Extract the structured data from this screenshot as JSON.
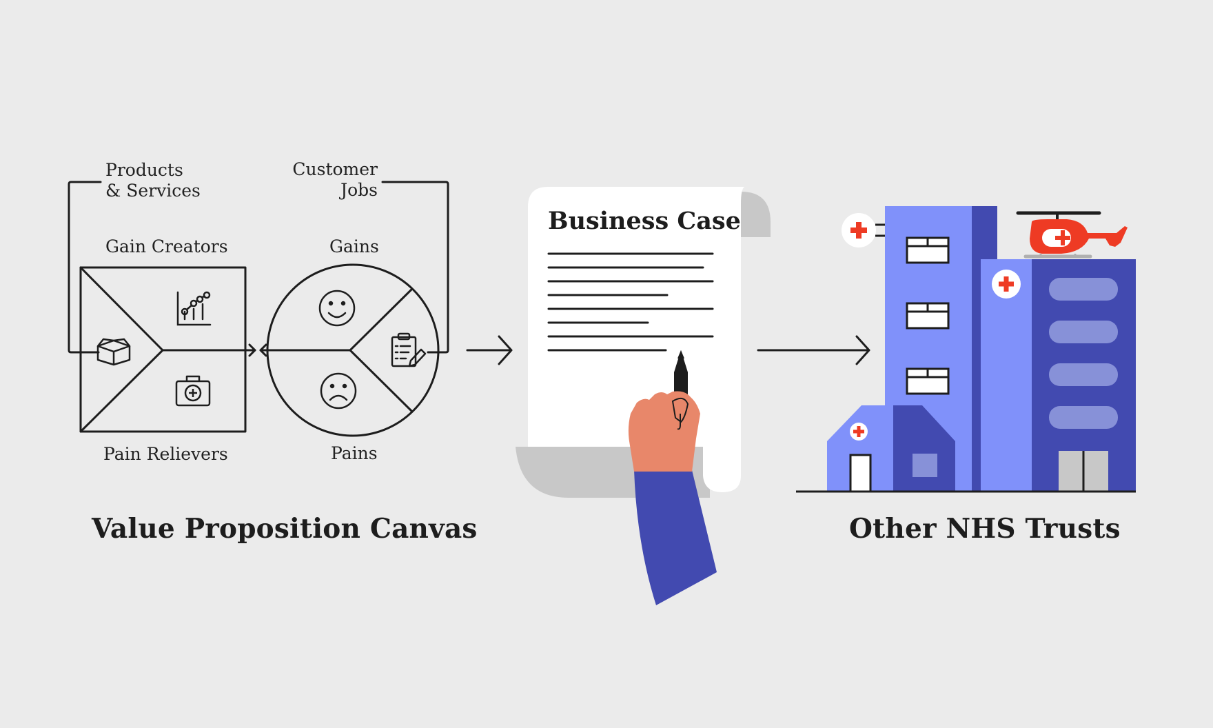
{
  "canvas": {
    "products_services_label": [
      "Products",
      "& Services"
    ],
    "customer_jobs_label": [
      "Customer",
      "Jobs"
    ],
    "gain_creators_label": "Gain Creators",
    "pain_relievers_label": "Pain Relievers",
    "gains_label": "Gains",
    "pains_label": "Pains",
    "title": "Value Proposition Canvas"
  },
  "document": {
    "title": "Business Case"
  },
  "destination": {
    "title": "Other NHS Trusts"
  },
  "colors": {
    "background": "#ebebeb",
    "building_blue": "#8091fa",
    "building_dark": "#424ab0",
    "accent_red": "#ee3b24",
    "skin": "#e8876a",
    "paper_shadow": "#c8c8c8"
  }
}
